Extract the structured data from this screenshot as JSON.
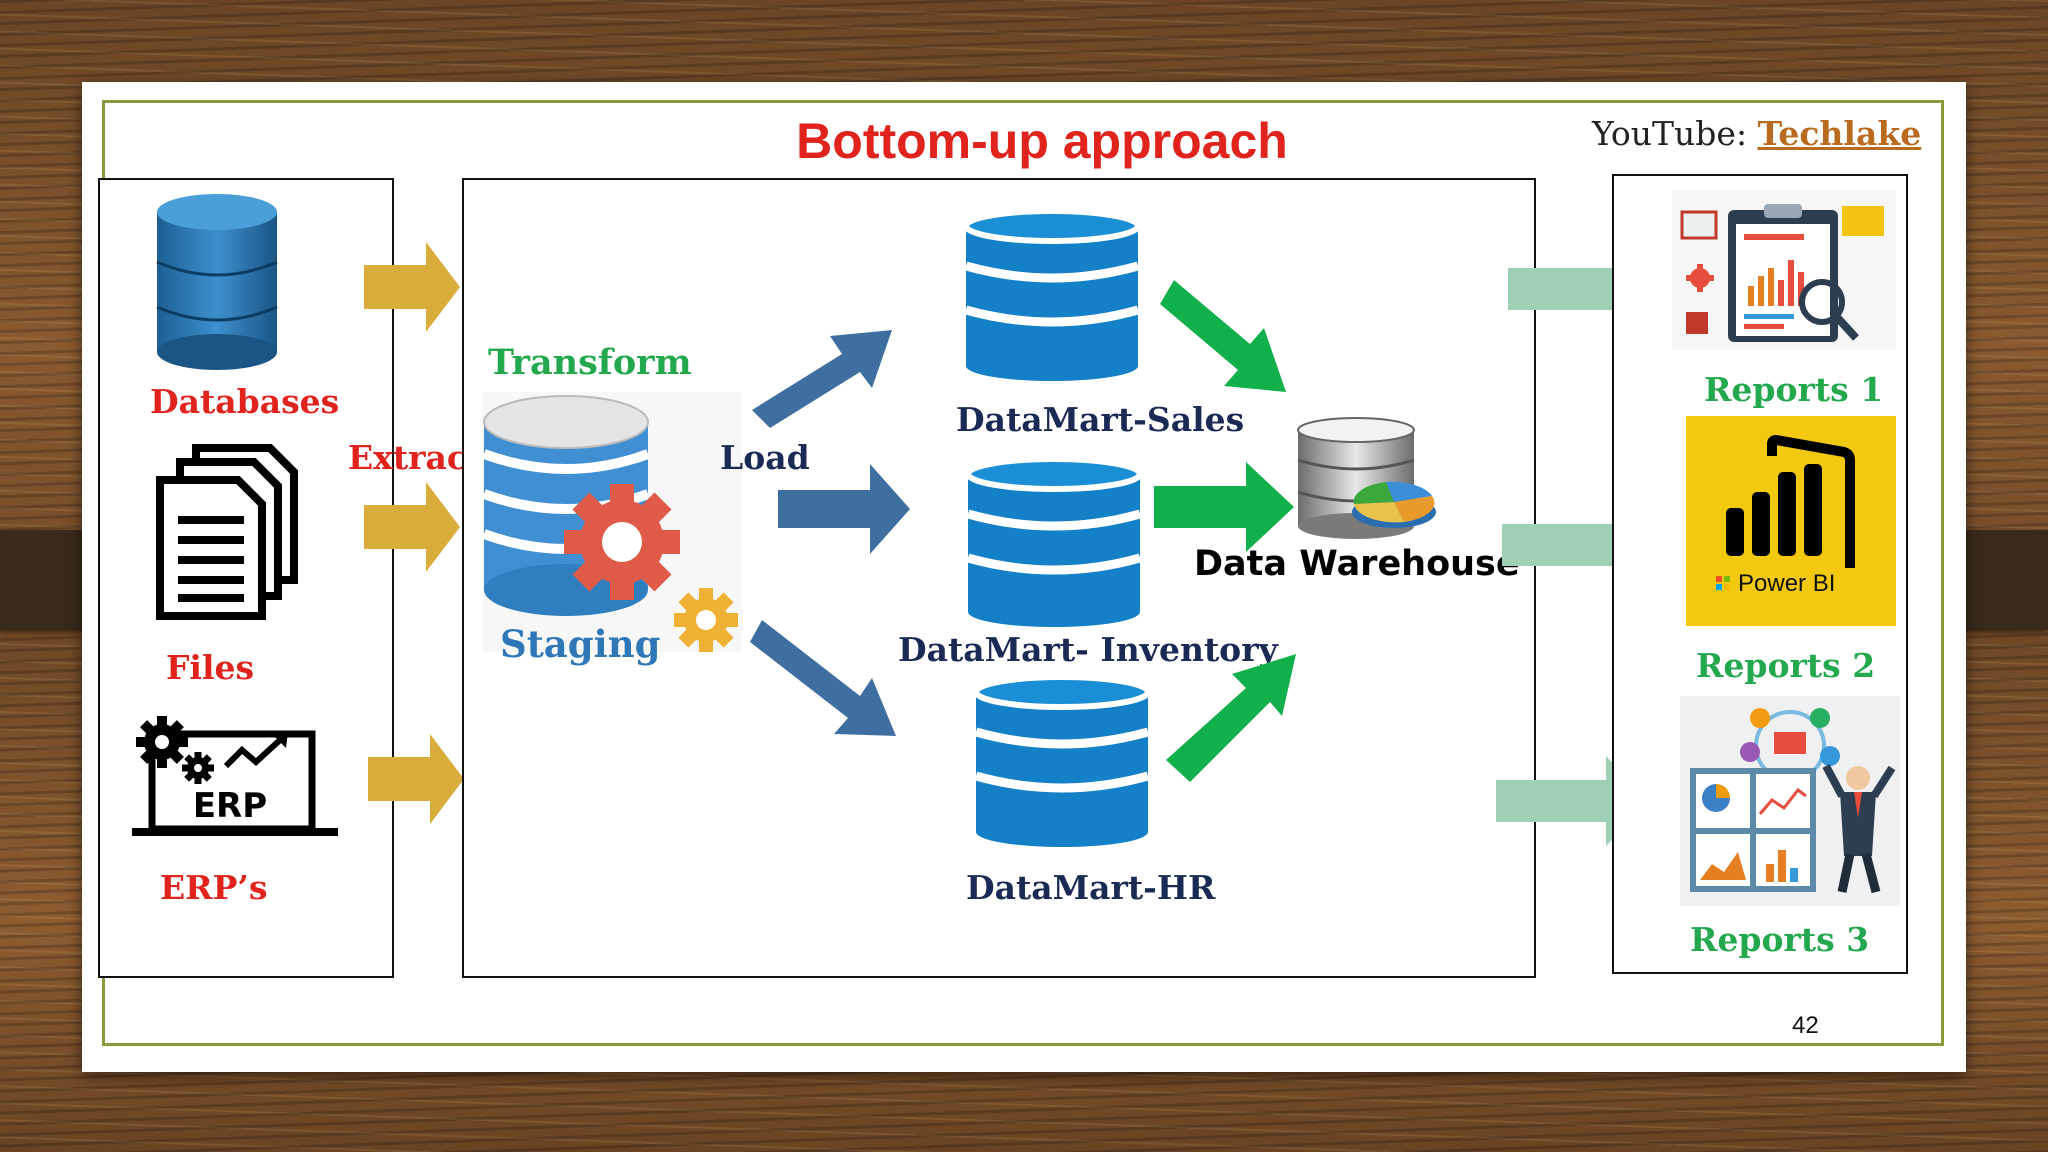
{
  "slide": {
    "title": "Bottom-up approach",
    "youtube_prefix": "YouTube: ",
    "youtube_channel": "Techlake",
    "page_number": "42"
  },
  "sources": {
    "databases": "Databases",
    "files": "Files",
    "erp_icon_text": "ERP",
    "erps": "ERP’s",
    "extract": "Extract"
  },
  "staging": {
    "transform": "Transform",
    "staging": "Staging",
    "load": "Load"
  },
  "datamarts": {
    "sales": "DataMart-Sales",
    "inventory": "DataMart- Inventory",
    "hr": "DataMart-HR"
  },
  "warehouse": {
    "label": "Data Warehouse"
  },
  "reports": {
    "r1": "Reports 1",
    "r2": "Reports 2",
    "r3": "Reports 3",
    "powerbi": "Power BI"
  },
  "colors": {
    "source_label": "#e0231c",
    "transform": "#23a84e",
    "datamart_label": "#1a2a55",
    "staging_label": "#2e78b8",
    "reports_label": "#23a84e",
    "yellow_arrow": "#d9ad3c",
    "blue_arrow": "#3f6fa0",
    "green_arrow": "#12b04a",
    "pale_arrow": "#9fcfb4",
    "db_blue": "#1480c8",
    "powerbi_bg": "#f2c811"
  },
  "icons": [
    "database-icon",
    "files-icon",
    "erp-icon",
    "gears-icon",
    "data-warehouse-icon",
    "report-clipboard-icon",
    "powerbi-logo-icon",
    "dashboard-person-icon"
  ]
}
